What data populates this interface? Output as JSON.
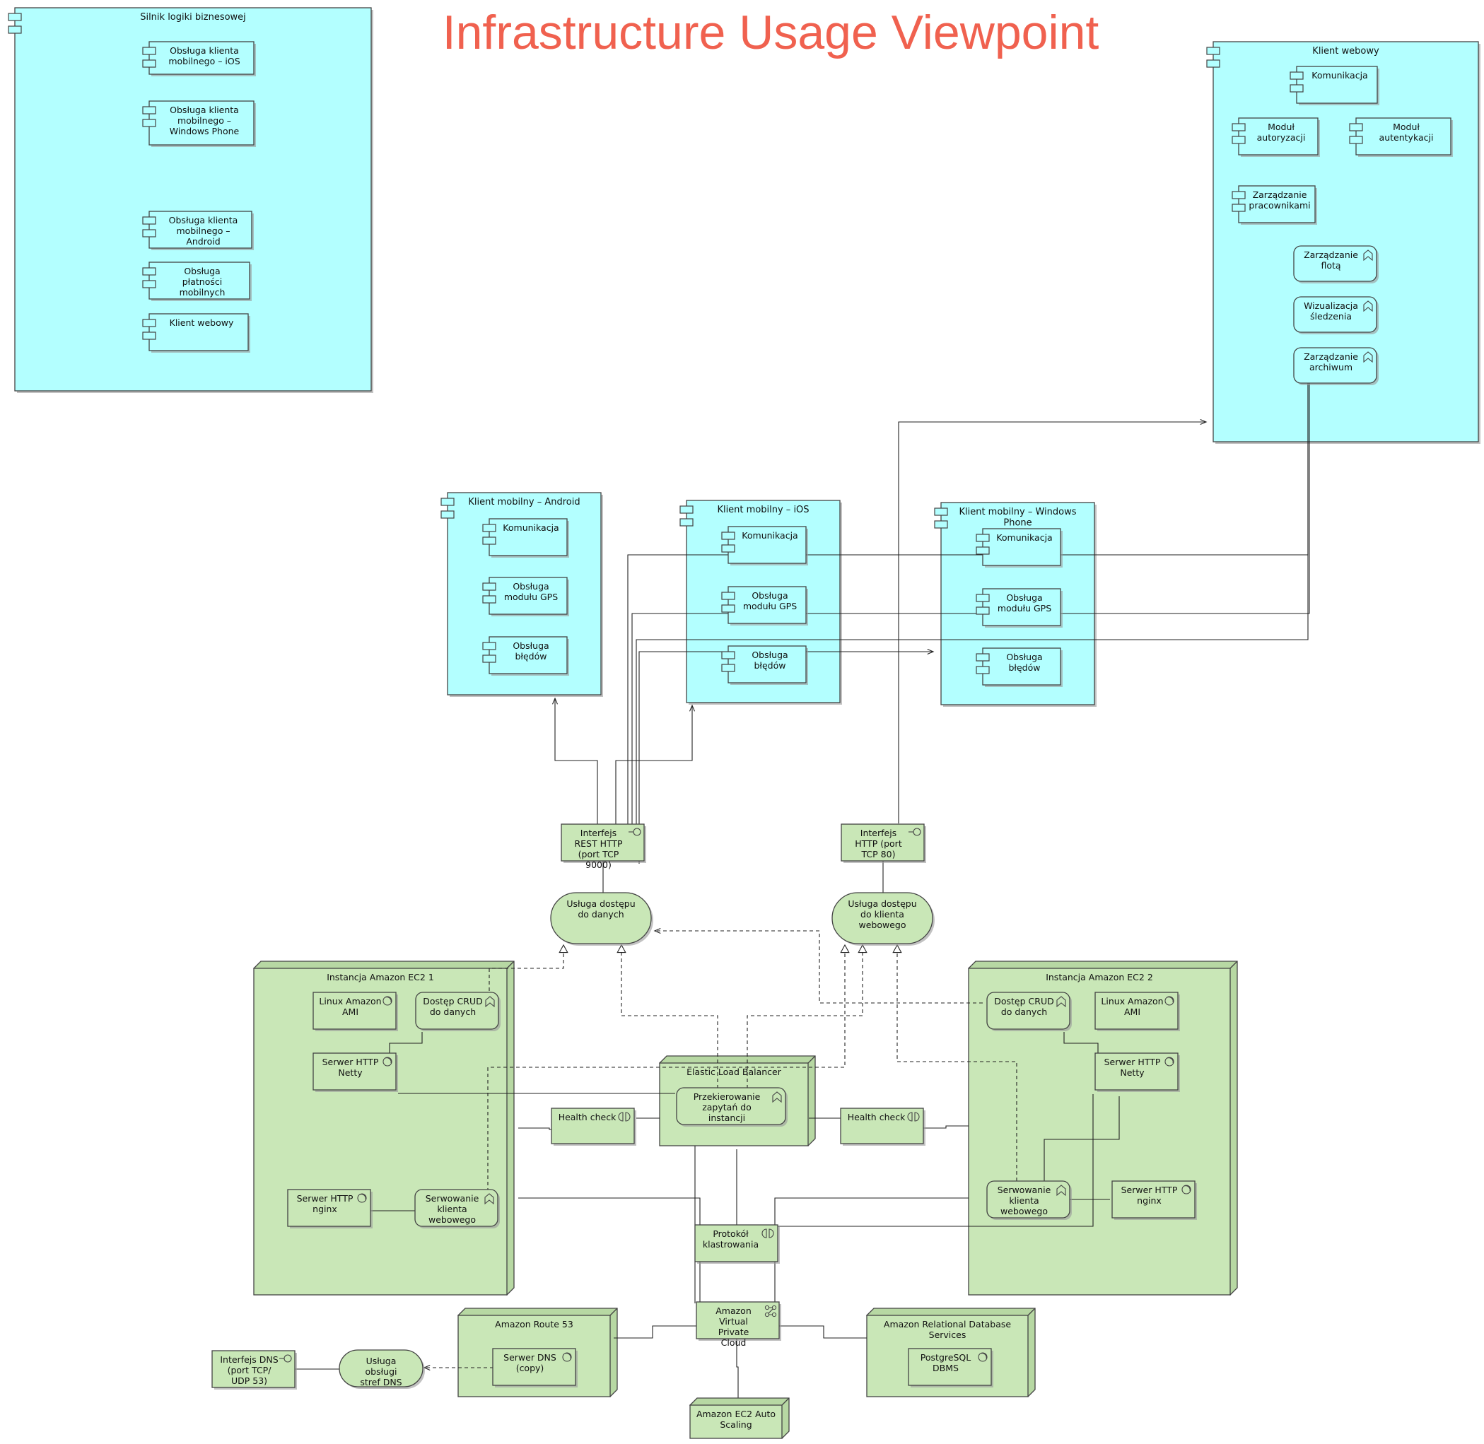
{
  "title": "Infrastructure Usage Viewpoint",
  "colors": {
    "title": "#f0614f",
    "application": "#b3ffff",
    "technology": "#c9e7b7",
    "stroke": "#444444",
    "line": "#222222"
  },
  "app_components": {
    "silnik": "Silnik logiki biznesowej",
    "silnik_ios": "Obsługa klienta mobilnego – iOS",
    "silnik_wp": "Obsługa klienta mobilnego – Windows Phone",
    "silnik_android": "Obsługa klienta mobilnego – Android",
    "silnik_platnosci": "Obsługa płatności mobilnych",
    "silnik_web": "Klient webowy",
    "klient_webowy": "Klient webowy",
    "kw_komunikacja": "Komunikacja",
    "kw_autoryzacja": "Moduł autoryzacji",
    "kw_autentykacja": "Moduł autentykacji",
    "kw_pracownicy": "Zarządzanie pracownikami",
    "kw_flota": "Zarządzanie flotą",
    "kw_wizualizacja": "Wizualizacja śledzenia",
    "kw_archiwum": "Zarządzanie archiwum",
    "android": "Klient mobilny – Android",
    "android_kom": "Komunikacja",
    "android_gps": "Obsługa modułu GPS",
    "android_bledy": "Obsługa błędów",
    "ios": "Klient mobilny – iOS",
    "ios_kom": "Komunikacja",
    "ios_gps": "Obsługa modułu GPS",
    "ios_bledy": "Obsługa błędów",
    "wp": "Klient mobilny – Windows Phone",
    "wp_kom": "Komunikacja",
    "wp_gps": "Obsługa modułu GPS",
    "wp_bledy": "Obsługa błędów"
  },
  "tech_elements": {
    "rest_interface": "Interfejs REST HTTP (port TCP 9000)",
    "http_interface": "Interfejs HTTP (port TCP 80)",
    "data_service": "Usługa dostępu do danych",
    "web_service": "Usługa dostępu do klienta webowego",
    "ec2_1": "Instancja Amazon EC2 1",
    "ec2_1_linux": "Linux Amazon AMI",
    "ec2_1_crud": "Dostęp CRUD do danych",
    "ec2_1_netty": "Serwer HTTP Netty",
    "ec2_1_nginx": "Serwer HTTP nginx",
    "ec2_1_serving": "Serwowanie klienta webowego",
    "ec2_2": "Instancja Amazon EC2 2",
    "ec2_2_crud": "Dostęp CRUD do danych",
    "ec2_2_linux": "Linux Amazon AMI",
    "ec2_2_netty": "Serwer HTTP Netty",
    "ec2_2_serving": "Serwowanie klienta webowego",
    "ec2_2_nginx": "Serwer HTTP nginx",
    "elb": "Elastic Load Balancer",
    "elb_redirect": "Przekierowanie zapytań do instancji",
    "health_left": "Health check",
    "health_right": "Health check",
    "cluster": "Protokół klastrowania",
    "vpc": "Amazon Virtual Private Cloud",
    "route53": "Amazon Route 53",
    "dns_server": "Serwer DNS (copy)",
    "dns_service": "Usługa obsługi stref DNS",
    "dns_interface": "Interfejs DNS (port TCP/ UDP 53)",
    "rds": "Amazon Relational Database Services",
    "postgres": "PostgreSQL DBMS",
    "autoscaling": "Amazon EC2 Auto Scaling"
  }
}
